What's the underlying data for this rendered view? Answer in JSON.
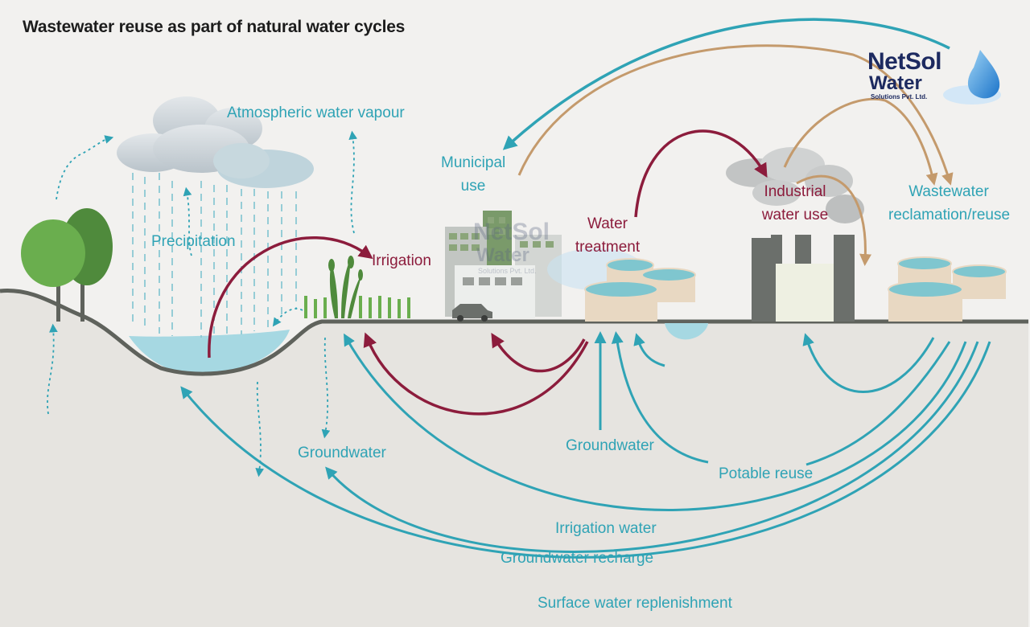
{
  "title": "Wastewater reuse as part of natural water cycles",
  "labels": {
    "atmospheric_water_vapour": "Atmospheric water vapour",
    "precipitation": "Precipitation",
    "irrigation": "Irrigation",
    "municipal_use_line1": "Municipal",
    "municipal_use_line2": "use",
    "water_treatment_line1": "Water",
    "water_treatment_line2": "treatment",
    "industrial_water_use_line1": "Industrial",
    "industrial_water_use_line2": "water use",
    "wastewater_reclamation_line1": "Wastewater",
    "wastewater_reclamation_line2": "reclamation/reuse",
    "groundwater_left": "Groundwater",
    "groundwater_center": "Groundwater",
    "potable_reuse": "Potable reuse",
    "irrigation_water": "Irrigation water",
    "groundwater_recharge": "Groundwater recharge",
    "surface_water_replenishment": "Surface water replenishment"
  },
  "logo": {
    "line1": "NetSol",
    "line2": "Water",
    "line3": "Solutions Pvt. Ltd."
  },
  "colors": {
    "teal": "#2fa3b5",
    "maroon": "#8c1c3c",
    "tan": "#c49a6c",
    "ground_line": "#5f625c",
    "water": "#a6d8e2",
    "tree_light": "#6aae4e",
    "tree_dark": "#4f8a3c",
    "cloud": "#cfd6db",
    "factory": "#6b6f6b",
    "tank": "#e8d8c2",
    "logo_navy": "#1d2a60"
  }
}
